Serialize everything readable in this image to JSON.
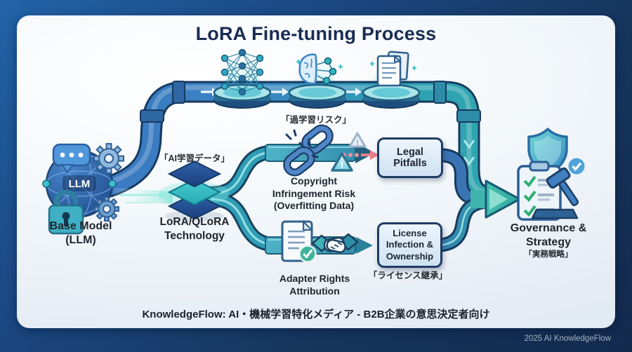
{
  "title": "LoRA Fine-tuning Process",
  "nodes": {
    "base_model": {
      "label": "Base Model\n(LLM)",
      "core": "LLM"
    },
    "lora": {
      "annotation": "「AI学習データ」",
      "label": "LoRA/QLoRA\nTechnology"
    },
    "risk": {
      "annotation": "「過学習リスク」",
      "label": "Copyright\nInfringement Risk\n(Overfitting Data)",
      "warning_mark": "!"
    },
    "legal": {
      "label": "Legal\nPitfalls"
    },
    "adapter": {
      "label": "Adapter Rights\nAttribution"
    },
    "license": {
      "label": "License\nInfection &\nOwnership",
      "annotation": "「ライセンス継承」"
    },
    "governance": {
      "label": "Governance &\nStrategy",
      "annotation": "「実務戦略」"
    }
  },
  "footer": {
    "tagline": "KnowledgeFlow: AI・機械学習特化メディア - B2B企業の意思決定者向け",
    "credit": "2025 AI KnowledgeFlow"
  },
  "colors": {
    "frame_navy": "#16365f",
    "title_navy": "#1a2c52",
    "pipe_blue": "#3a78c0",
    "pipe_teal": "#2fa0b4",
    "accent_teal": "#3fc4b8",
    "warning_pink": "#e8848e",
    "box_border": "#1e3c63",
    "box_fill": "#d9e9f6",
    "check_green": "#2fae7f"
  }
}
